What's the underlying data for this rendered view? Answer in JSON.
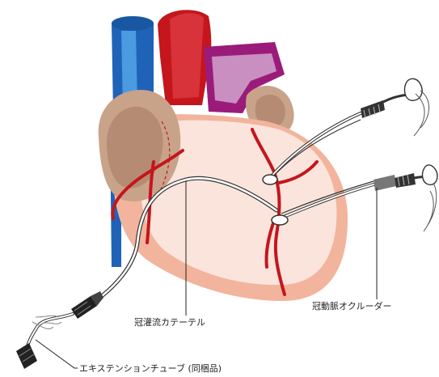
{
  "labels": {
    "perfusion_catheter": "冠灌流カテーテル",
    "coronary_occluder": "冠動脈オクルーダー",
    "extension_tube": "エキステンションチューブ (同梱品)"
  },
  "colors": {
    "vena_cava": "#1f63b8",
    "vena_cava_light": "#4a9be0",
    "aorta": "#c4161c",
    "pulmonary_artery": "#9b1b7a",
    "pulmonary_light": "#c98fc0",
    "atrium": "#c9a28a",
    "ventricle_outer": "#f2b49c",
    "ventricle_inner": "#fbe4dc",
    "coronary": "#c4161c",
    "tube": "#333333"
  }
}
